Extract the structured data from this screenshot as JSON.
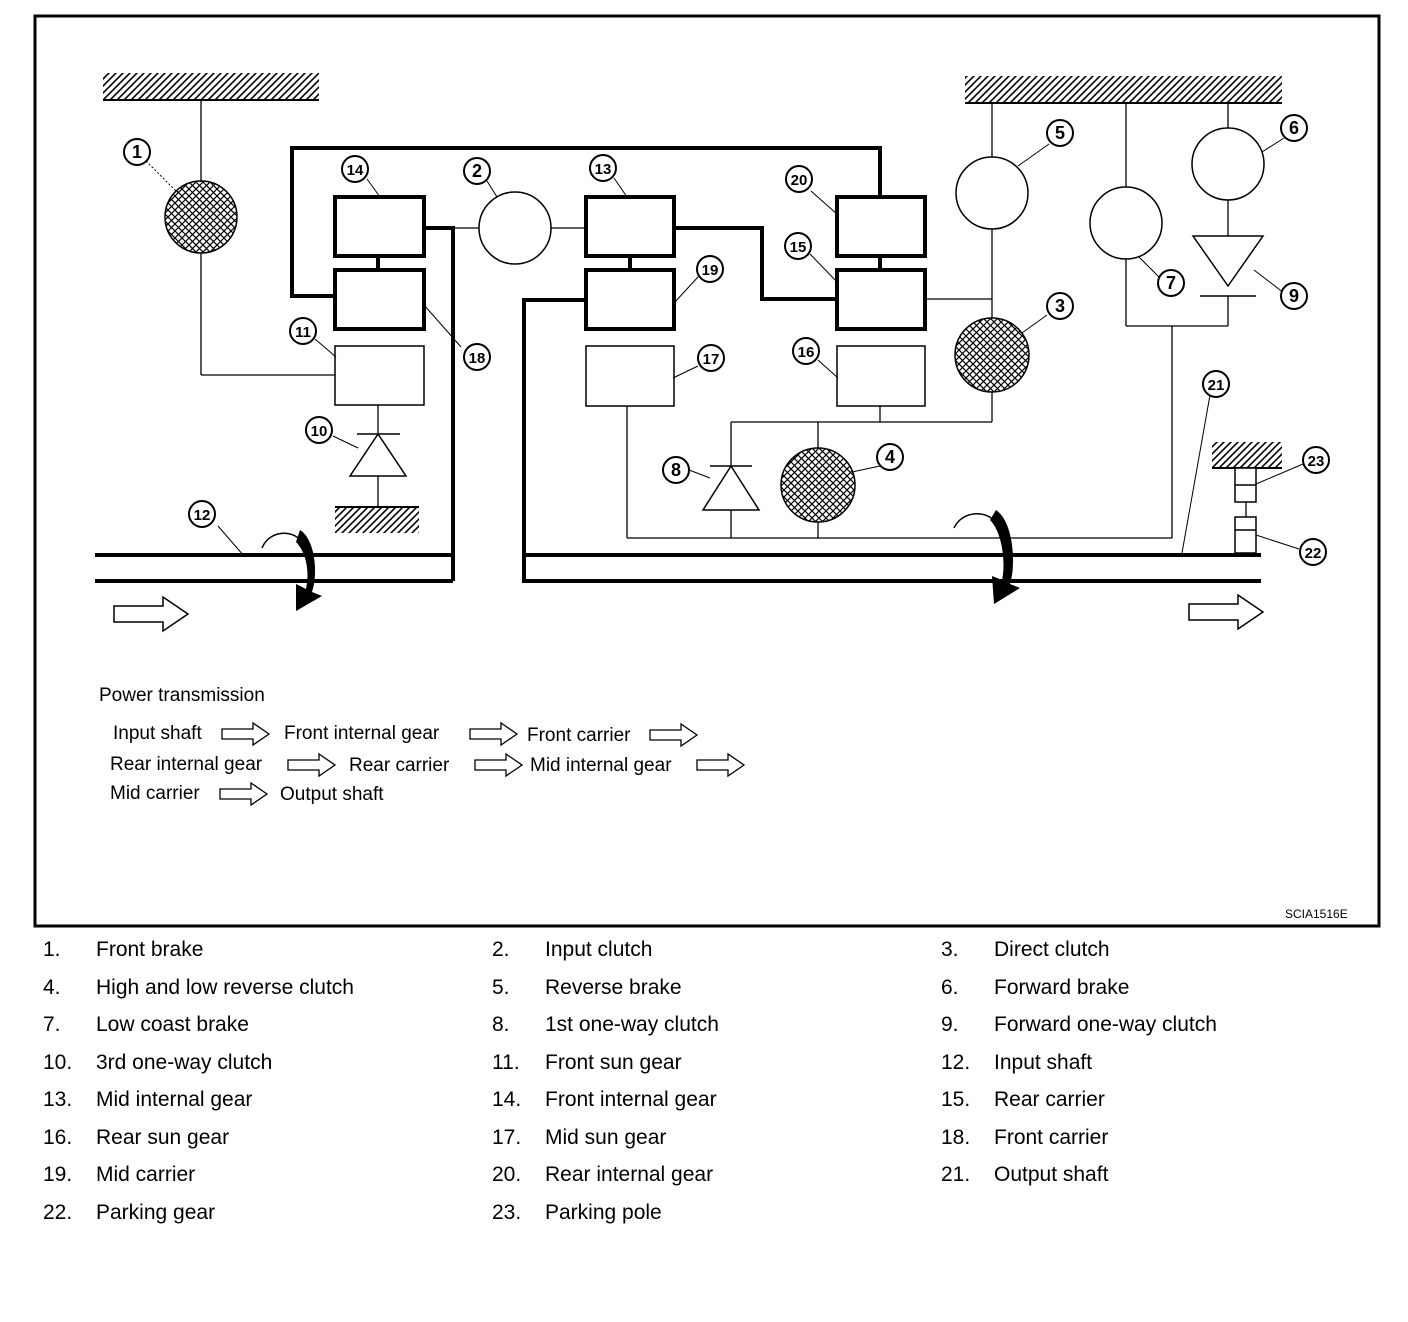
{
  "figure_code": "SCIA1516E",
  "callouts": [
    "1",
    "2",
    "3",
    "4",
    "5",
    "6",
    "7",
    "8",
    "9",
    "10",
    "11",
    "12",
    "13",
    "14",
    "15",
    "16",
    "17",
    "18",
    "19",
    "20",
    "21",
    "22",
    "23"
  ],
  "power_transmission": {
    "title": "Power transmission",
    "path": [
      "Input shaft",
      "Front internal gear",
      "Front carrier",
      "Rear internal gear",
      "Rear carrier",
      "Mid internal gear",
      "Mid carrier",
      "Output shaft"
    ]
  },
  "legend": [
    {
      "num": "1.",
      "label": "Front brake"
    },
    {
      "num": "2.",
      "label": "Input clutch"
    },
    {
      "num": "3.",
      "label": "Direct clutch"
    },
    {
      "num": "4.",
      "label": "High and low reverse clutch"
    },
    {
      "num": "5.",
      "label": "Reverse brake"
    },
    {
      "num": "6.",
      "label": "Forward brake"
    },
    {
      "num": "7.",
      "label": "Low coast brake"
    },
    {
      "num": "8.",
      "label": "1st one-way clutch"
    },
    {
      "num": "9.",
      "label": "Forward one-way clutch"
    },
    {
      "num": "10.",
      "label": "3rd one-way clutch"
    },
    {
      "num": "11.",
      "label": "Front sun gear"
    },
    {
      "num": "12.",
      "label": "Input shaft"
    },
    {
      "num": "13.",
      "label": "Mid internal gear"
    },
    {
      "num": "14.",
      "label": "Front internal gear"
    },
    {
      "num": "15.",
      "label": "Rear carrier"
    },
    {
      "num": "16.",
      "label": "Rear sun gear"
    },
    {
      "num": "17.",
      "label": "Mid sun gear"
    },
    {
      "num": "18.",
      "label": "Front carrier"
    },
    {
      "num": "19.",
      "label": "Mid carrier"
    },
    {
      "num": "20.",
      "label": "Rear internal gear"
    },
    {
      "num": "21.",
      "label": "Output shaft"
    },
    {
      "num": "22.",
      "label": "Parking gear"
    },
    {
      "num": "23.",
      "label": "Parking pole"
    }
  ]
}
